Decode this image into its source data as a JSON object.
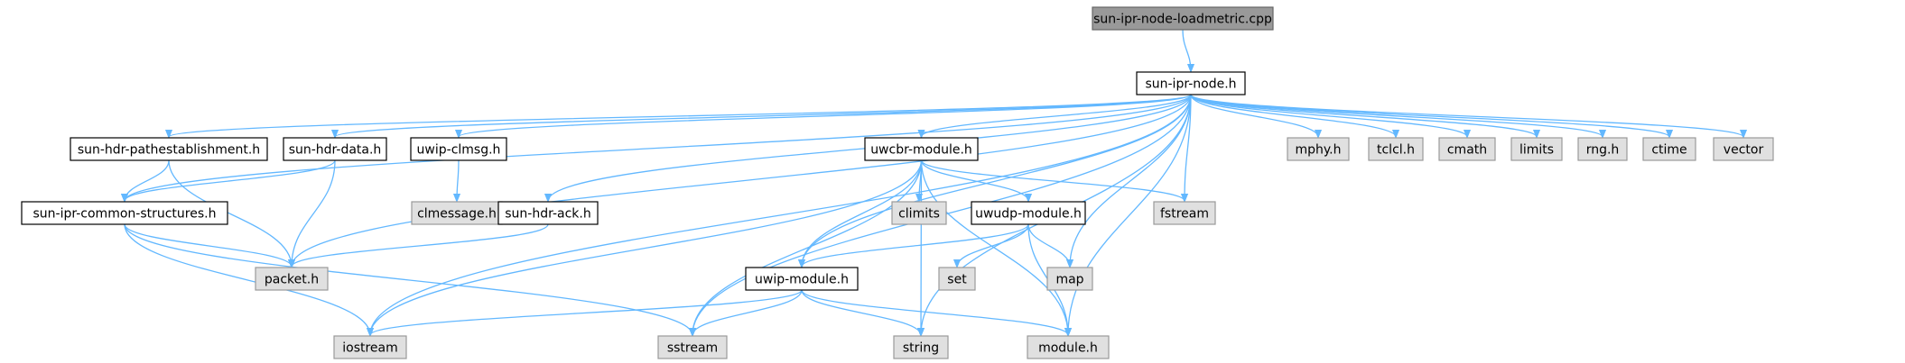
{
  "colors": {
    "root_fill": "#999999",
    "root_border": "#666666",
    "local_fill": "#ffffff",
    "local_border": "#000000",
    "system_fill": "#e0e0e0",
    "system_border": "#999999",
    "edge": "#63b8ff",
    "text": "#000000"
  },
  "nodes": [
    {
      "id": "root",
      "label": "sun-ipr-node-loadmetric.cpp",
      "kind": "root"
    },
    {
      "id": "sun_ipr_node",
      "label": "sun-ipr-node.h",
      "kind": "local"
    },
    {
      "id": "pathest",
      "label": "sun-hdr-pathestablishment.h",
      "kind": "local"
    },
    {
      "id": "hdrdata",
      "label": "sun-hdr-data.h",
      "kind": "local"
    },
    {
      "id": "clmsg",
      "label": "uwip-clmsg.h",
      "kind": "local"
    },
    {
      "id": "uwcbr",
      "label": "uwcbr-module.h",
      "kind": "local"
    },
    {
      "id": "mphy",
      "label": "mphy.h",
      "kind": "system"
    },
    {
      "id": "tclcl",
      "label": "tclcl.h",
      "kind": "system"
    },
    {
      "id": "cmath",
      "label": "cmath",
      "kind": "system"
    },
    {
      "id": "limits",
      "label": "limits",
      "kind": "system"
    },
    {
      "id": "rng",
      "label": "rng.h",
      "kind": "system"
    },
    {
      "id": "ctime",
      "label": "ctime",
      "kind": "system"
    },
    {
      "id": "vector",
      "label": "vector",
      "kind": "system"
    },
    {
      "id": "common",
      "label": "sun-ipr-common-structures.h",
      "kind": "local"
    },
    {
      "id": "clmessage",
      "label": "clmessage.h",
      "kind": "system"
    },
    {
      "id": "hdrack",
      "label": "sun-hdr-ack.h",
      "kind": "local"
    },
    {
      "id": "climits",
      "label": "climits",
      "kind": "system"
    },
    {
      "id": "uwudp",
      "label": "uwudp-module.h",
      "kind": "local"
    },
    {
      "id": "fstream",
      "label": "fstream",
      "kind": "system"
    },
    {
      "id": "packet",
      "label": "packet.h",
      "kind": "system"
    },
    {
      "id": "uwip",
      "label": "uwip-module.h",
      "kind": "local"
    },
    {
      "id": "set",
      "label": "set",
      "kind": "system"
    },
    {
      "id": "map",
      "label": "map",
      "kind": "system"
    },
    {
      "id": "iostream",
      "label": "iostream",
      "kind": "system"
    },
    {
      "id": "sstream",
      "label": "sstream",
      "kind": "system"
    },
    {
      "id": "string",
      "label": "string",
      "kind": "system"
    },
    {
      "id": "module",
      "label": "module.h",
      "kind": "system"
    }
  ],
  "edges": [
    [
      "root",
      "sun_ipr_node"
    ],
    [
      "sun_ipr_node",
      "pathest"
    ],
    [
      "sun_ipr_node",
      "hdrdata"
    ],
    [
      "sun_ipr_node",
      "clmsg"
    ],
    [
      "sun_ipr_node",
      "uwcbr"
    ],
    [
      "sun_ipr_node",
      "mphy"
    ],
    [
      "sun_ipr_node",
      "tclcl"
    ],
    [
      "sun_ipr_node",
      "cmath"
    ],
    [
      "sun_ipr_node",
      "limits"
    ],
    [
      "sun_ipr_node",
      "rng"
    ],
    [
      "sun_ipr_node",
      "ctime"
    ],
    [
      "sun_ipr_node",
      "vector"
    ],
    [
      "sun_ipr_node",
      "common"
    ],
    [
      "sun_ipr_node",
      "hdrack"
    ],
    [
      "sun_ipr_node",
      "fstream"
    ],
    [
      "sun_ipr_node",
      "packet"
    ],
    [
      "sun_ipr_node",
      "uwip"
    ],
    [
      "sun_ipr_node",
      "map"
    ],
    [
      "sun_ipr_node",
      "iostream"
    ],
    [
      "sun_ipr_node",
      "sstream"
    ],
    [
      "sun_ipr_node",
      "string"
    ],
    [
      "sun_ipr_node",
      "module"
    ],
    [
      "pathest",
      "common"
    ],
    [
      "pathest",
      "packet"
    ],
    [
      "hdrdata",
      "common"
    ],
    [
      "hdrdata",
      "packet"
    ],
    [
      "clmsg",
      "clmessage"
    ],
    [
      "hdrack",
      "packet"
    ],
    [
      "common",
      "packet"
    ],
    [
      "common",
      "iostream"
    ],
    [
      "common",
      "sstream"
    ],
    [
      "uwcbr",
      "climits"
    ],
    [
      "uwcbr",
      "uwudp"
    ],
    [
      "uwcbr",
      "fstream"
    ],
    [
      "uwcbr",
      "uwip"
    ],
    [
      "uwcbr",
      "iostream"
    ],
    [
      "uwcbr",
      "sstream"
    ],
    [
      "uwcbr",
      "string"
    ],
    [
      "uwcbr",
      "module"
    ],
    [
      "uwudp",
      "uwip"
    ],
    [
      "uwudp",
      "set"
    ],
    [
      "uwudp",
      "map"
    ],
    [
      "uwudp",
      "module"
    ],
    [
      "uwip",
      "iostream"
    ],
    [
      "uwip",
      "sstream"
    ],
    [
      "uwip",
      "string"
    ],
    [
      "uwip",
      "module"
    ]
  ]
}
